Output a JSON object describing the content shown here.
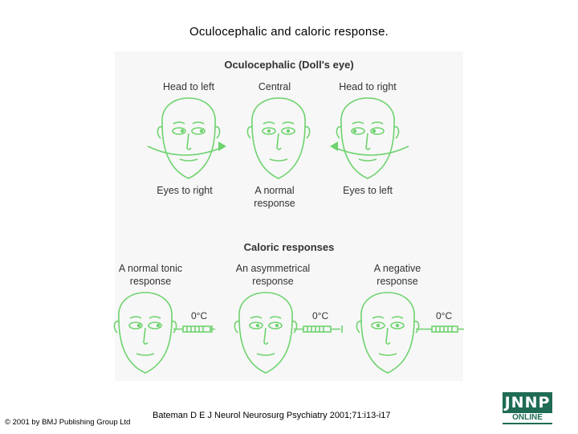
{
  "slide": {
    "title": "Oculocephalic and caloric response.",
    "copyright": "© 2001 by BMJ Publishing Group Ltd",
    "citation": "Bateman D E J Neurol Neurosurg Psychiatry 2001;71:i13-i17"
  },
  "logo": {
    "top_text": "JNNP",
    "bottom_text": "ONLINE"
  },
  "figure": {
    "oculocephalic": {
      "title": "Oculocephalic (Doll's eye)",
      "faces": [
        {
          "head_label": "Head to left",
          "eyes_label": "Eyes to right"
        },
        {
          "head_label": "Central",
          "eyes_label_line1": "A normal",
          "eyes_label_line2": "response"
        },
        {
          "head_label": "Head to right",
          "eyes_label": "Eyes to left"
        }
      ]
    },
    "caloric": {
      "title": "Caloric responses",
      "faces": [
        {
          "line1": "A normal tonic",
          "line2": "response",
          "temp": "0°C"
        },
        {
          "line1": "An asymmetrical",
          "line2": "response",
          "temp": "0°C"
        },
        {
          "line1": "A negative",
          "line2": "response",
          "temp": "0°C"
        }
      ]
    },
    "colors": {
      "line": "#6ed36e",
      "panel": "#f7f7f7"
    }
  }
}
